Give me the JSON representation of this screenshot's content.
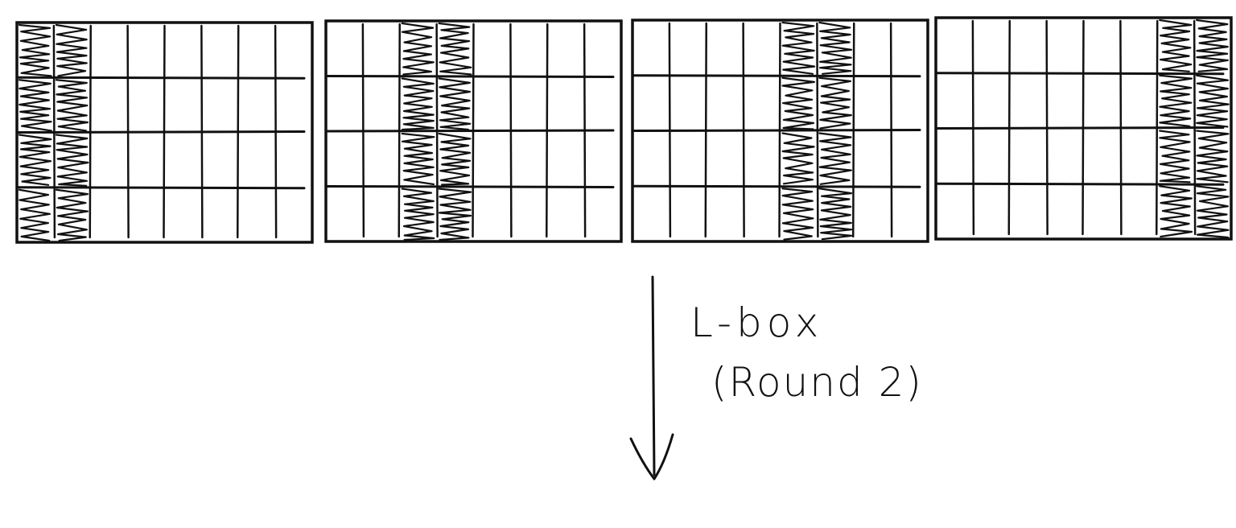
{
  "diagram": {
    "grid": {
      "rows": 4,
      "cols": 8
    },
    "panels": [
      {
        "name": "panel-1",
        "shaded_columns": [
          1,
          2
        ]
      },
      {
        "name": "panel-2",
        "shaded_columns": [
          3,
          4
        ]
      },
      {
        "name": "panel-3",
        "shaded_columns": [
          5,
          6
        ]
      },
      {
        "name": "panel-4",
        "shaded_columns": [
          7,
          8
        ]
      }
    ],
    "arrow": {
      "direction": "down"
    },
    "label": {
      "line1": "L-box",
      "line2": "(Round 2)"
    },
    "colors": {
      "stroke": "#111111",
      "background": "#ffffff"
    }
  }
}
